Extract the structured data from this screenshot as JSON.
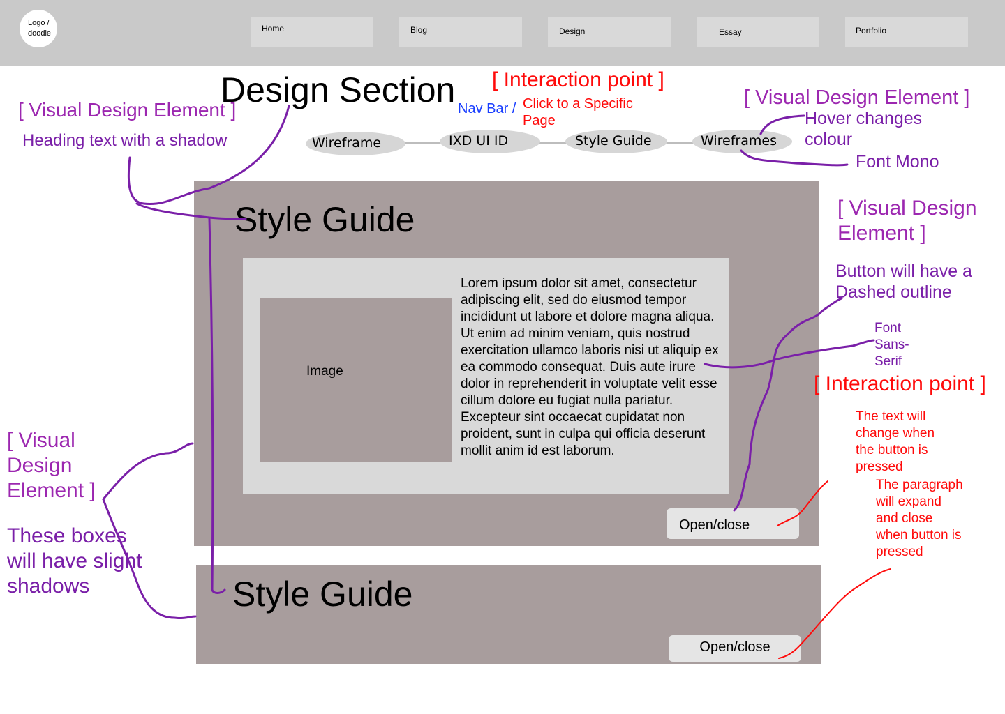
{
  "header": {
    "logo_text": "Logo / doodle",
    "nav": [
      "Home",
      "Blog",
      "Design",
      "Essay",
      "Portfolio"
    ]
  },
  "page_title": "Design Section",
  "pills": [
    "Wireframe",
    "IXD UI ID",
    "Style Guide",
    "Wireframes"
  ],
  "panels": [
    {
      "heading": "Style Guide",
      "image_label": "Image",
      "paragraph": "Lorem ipsum dolor sit amet, consectetur adipiscing elit, sed do eiusmod tempor incididunt ut labore et dolore magna aliqua. Ut enim ad minim veniam, quis nostrud exercitation ullamco laboris nisi ut aliquip ex ea commodo consequat. Duis aute irure dolor in reprehenderit in voluptate velit esse cillum dolore eu fugiat nulla pariatur. Excepteur sint occaecat cupidatat non proident, sunt in culpa qui officia deserunt mollit anim id est laborum.",
      "button_label": "Open/close"
    },
    {
      "heading": "Style Guide",
      "button_label": "Open/close"
    }
  ],
  "annotations": {
    "visual_design_element": "[ Visual Design Element ]",
    "heading_shadow": "Heading text with a shadow",
    "interaction_point": "[ Interaction point ]",
    "nav_bar": "Nav Bar /",
    "click_specific_page": "Click to a Specific Page",
    "hover_changes_colour": "Hover changes colour",
    "font_mono": "Font Mono",
    "vde_right_1": "[ Visual Design",
    "vde_right_2": "Element ]",
    "dashed_outline": "Button will have a Dashed outline",
    "font_sans_serif": "Font Sans-Serif",
    "text_change": "The text will change when the button is pressed",
    "paragraph_expand": "The paragraph will expand and close when button is pressed",
    "vde_left_1": "[ Visual",
    "vde_left_2": "Design",
    "vde_left_3": "Element ]",
    "box_shadows": "These boxes will have slight shadows"
  },
  "colors": {
    "header_bg": "#c9c9c9",
    "nav_button_bg": "#d9d9d9",
    "panel_bg": "#a89d9d",
    "inner_bg": "#d9d9d9",
    "annotation_purple": "#7a1fa8",
    "annotation_red": "#ff0a0a",
    "annotation_blue": "#1a3fff"
  }
}
